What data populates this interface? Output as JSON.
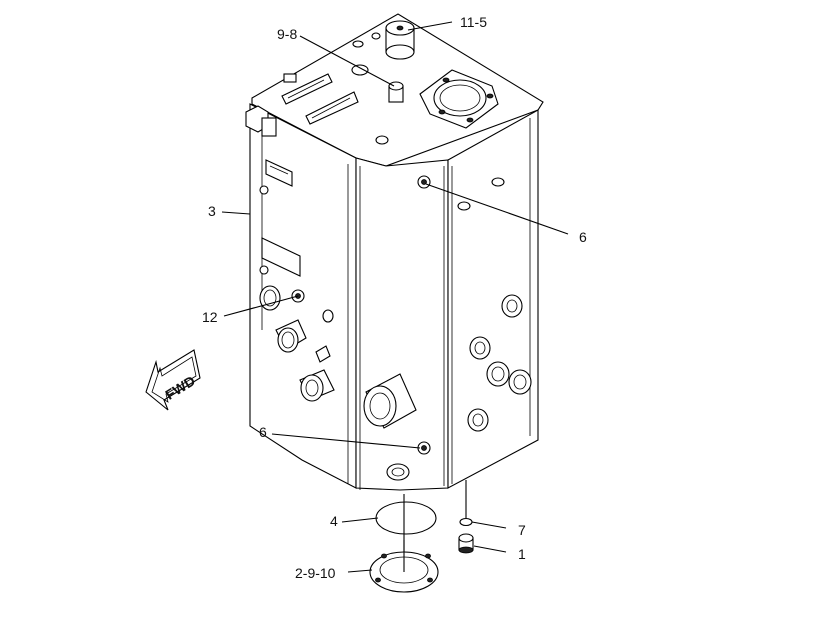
{
  "callouts": [
    {
      "id": "c-11-5",
      "text": "11-5"
    },
    {
      "id": "c-9-8",
      "text": "9-8"
    },
    {
      "id": "c-3",
      "text": "3"
    },
    {
      "id": "c-6-upper",
      "text": "6"
    },
    {
      "id": "c-12",
      "text": "12"
    },
    {
      "id": "c-6-lower",
      "text": "6"
    },
    {
      "id": "c-4",
      "text": "4"
    },
    {
      "id": "c-7",
      "text": "7"
    },
    {
      "id": "c-1",
      "text": "1"
    },
    {
      "id": "c-2-9-10",
      "text": "2-9-10"
    }
  ],
  "direction_arrow": {
    "text": "FWD"
  }
}
